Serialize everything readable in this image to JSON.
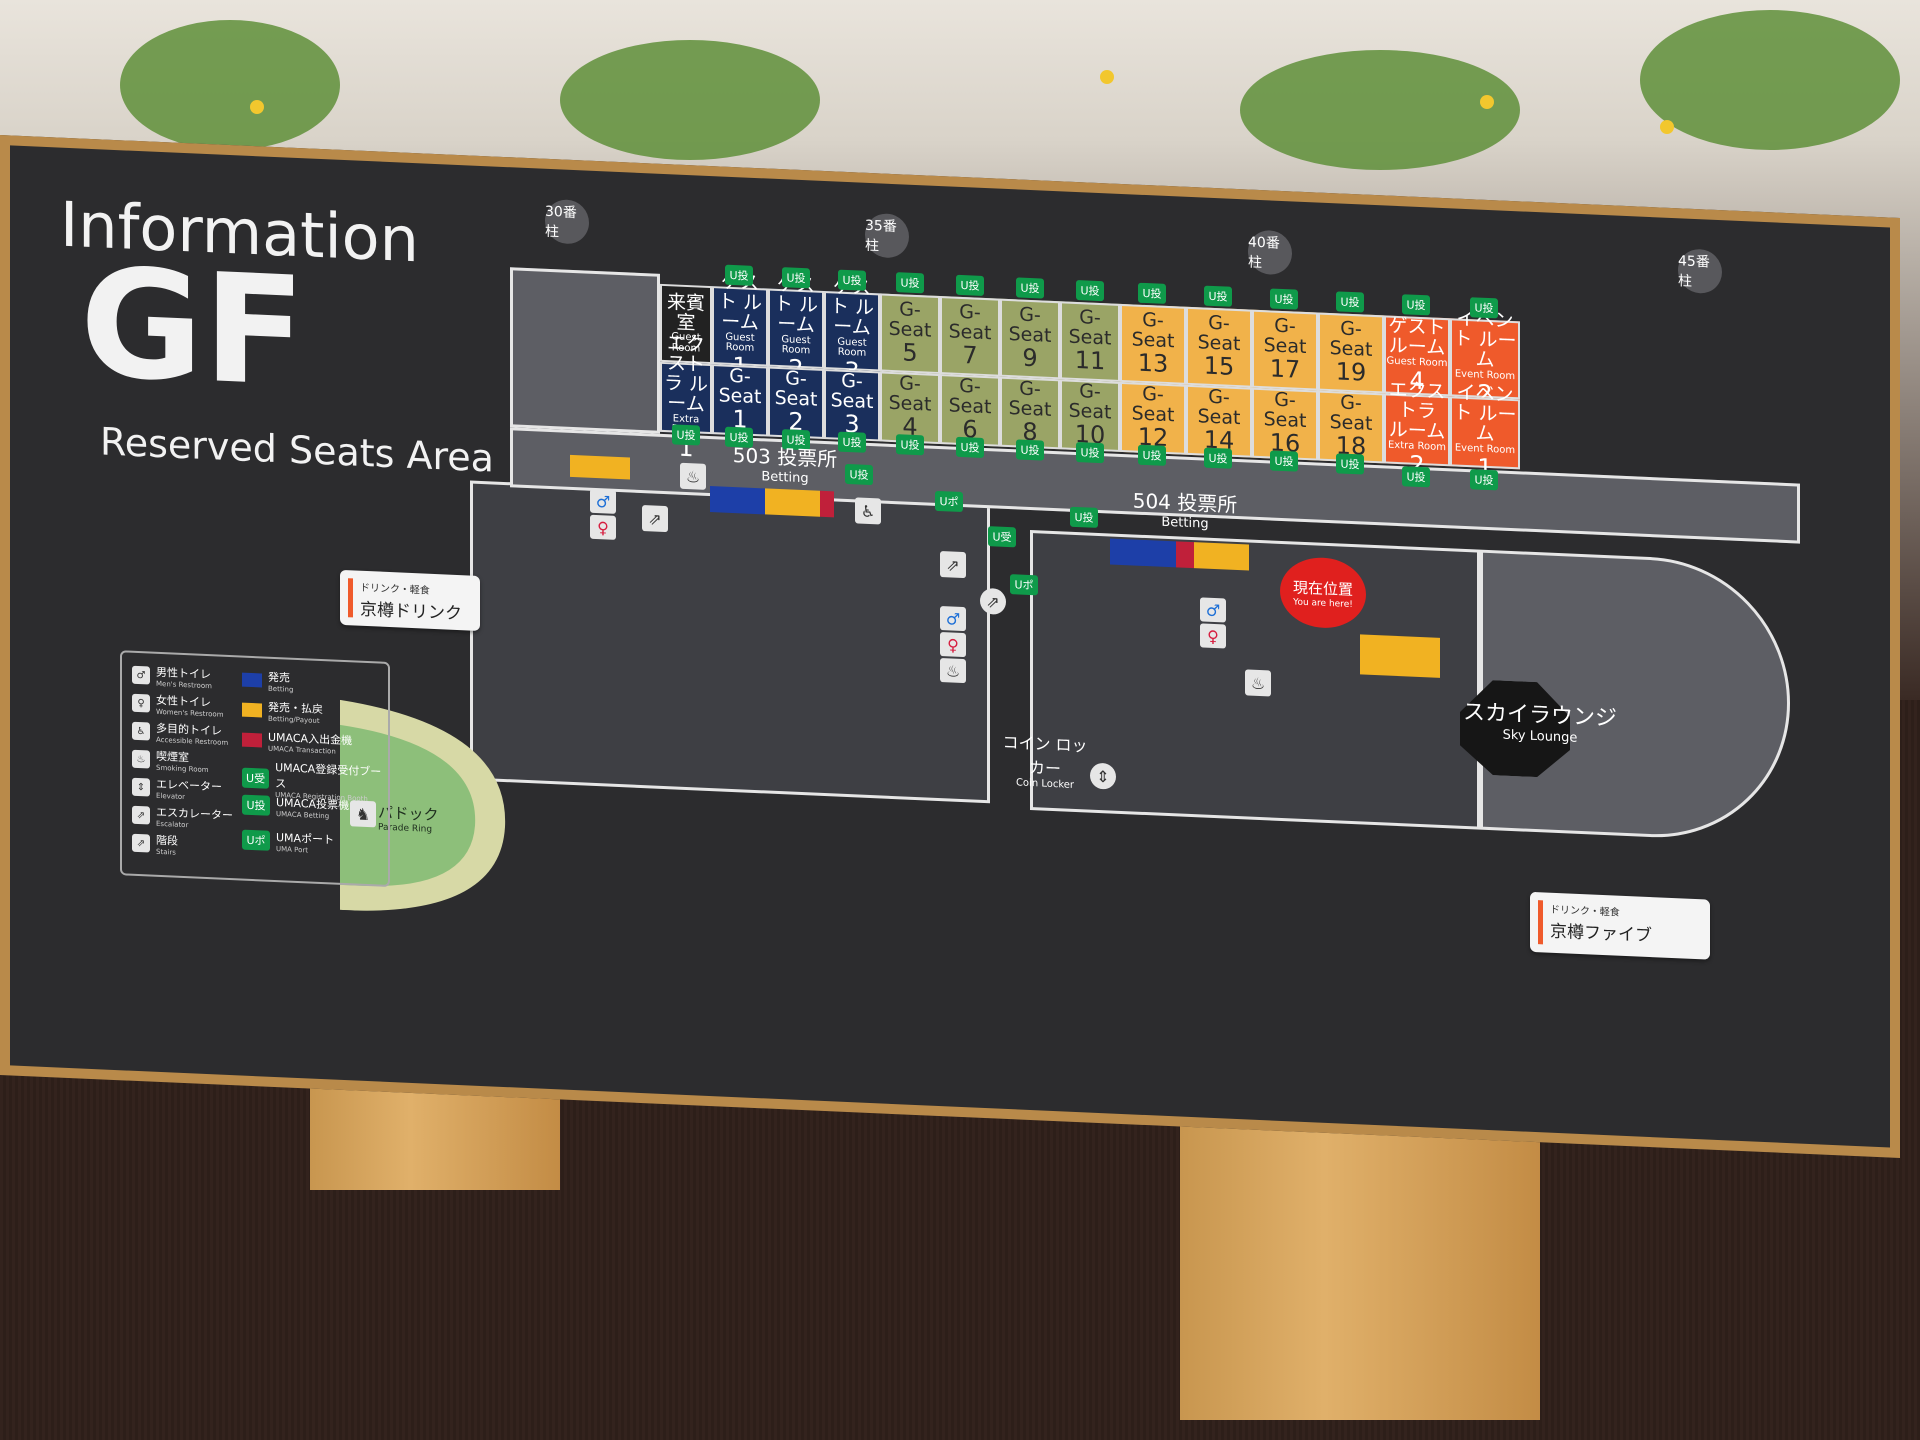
{
  "board": {
    "title": "Information",
    "floor": "GF",
    "subtitle": "Reserved Seats Area"
  },
  "pillars": [
    "30番柱",
    "35番柱",
    "40番柱",
    "45番柱"
  ],
  "rooms_top": [
    {
      "jp": "来賓室",
      "en": "Guest Room",
      "num": ""
    },
    {
      "jp": "ゲスト ルーム",
      "en": "Guest Room",
      "num": "1"
    },
    {
      "jp": "ゲスト ルーム",
      "en": "Guest Room",
      "num": "2"
    },
    {
      "jp": "ゲスト ルーム",
      "en": "Guest Room",
      "num": "3"
    },
    {
      "jp": "G-Seat",
      "en": "",
      "num": "5"
    },
    {
      "jp": "G-Seat",
      "en": "",
      "num": "7"
    },
    {
      "jp": "G-Seat",
      "en": "",
      "num": "9"
    },
    {
      "jp": "G-Seat",
      "en": "",
      "num": "11"
    },
    {
      "jp": "G-Seat",
      "en": "",
      "num": "13"
    },
    {
      "jp": "G-Seat",
      "en": "",
      "num": "15"
    },
    {
      "jp": "G-Seat",
      "en": "",
      "num": "17"
    },
    {
      "jp": "G-Seat",
      "en": "",
      "num": "19"
    },
    {
      "jp": "ゲスト ルーム",
      "en": "Guest Room",
      "num": "4"
    },
    {
      "jp": "イベント ルーム",
      "en": "Event Room",
      "num": "2"
    }
  ],
  "rooms_bottom": [
    {
      "jp": "エクストラ ルーム",
      "en": "Extra Room",
      "num": "1"
    },
    {
      "jp": "G-Seat",
      "en": "",
      "num": "1"
    },
    {
      "jp": "G-Seat",
      "en": "",
      "num": "2"
    },
    {
      "jp": "G-Seat",
      "en": "",
      "num": "3"
    },
    {
      "jp": "G-Seat",
      "en": "",
      "num": "4"
    },
    {
      "jp": "G-Seat",
      "en": "",
      "num": "6"
    },
    {
      "jp": "G-Seat",
      "en": "",
      "num": "8"
    },
    {
      "jp": "G-Seat",
      "en": "",
      "num": "10"
    },
    {
      "jp": "G-Seat",
      "en": "",
      "num": "12"
    },
    {
      "jp": "G-Seat",
      "en": "",
      "num": "14"
    },
    {
      "jp": "G-Seat",
      "en": "",
      "num": "16"
    },
    {
      "jp": "G-Seat",
      "en": "",
      "num": "18"
    },
    {
      "jp": "エクストラ ルーム",
      "en": "Extra Room",
      "num": "2"
    },
    {
      "jp": "イベント ルーム",
      "en": "Event Room",
      "num": "1"
    }
  ],
  "u_labels": {
    "u_bet": "U投",
    "u_port": "Uポ",
    "u_reg": "U受"
  },
  "betting": [
    {
      "jp": "503 投票所",
      "en": "Betting"
    },
    {
      "jp": "504 投票所",
      "en": "Betting"
    }
  ],
  "you_are_here": {
    "jp": "現在位置",
    "en": "You are here!"
  },
  "sky_lounge": {
    "jp": "スカイラウンジ",
    "en": "Sky Lounge"
  },
  "coin_locker": {
    "jp": "コイン ロッカー",
    "en": "Coin Locker"
  },
  "paddock": {
    "jp": "パドック",
    "en": "Parade Ring"
  },
  "tags": [
    {
      "small": "ドリンク・軽食",
      "main": "京樽ドリンク"
    },
    {
      "small": "ドリンク・軽食",
      "main": "京樽ファイブ"
    }
  ],
  "legend": [
    {
      "jp": "男性トイレ",
      "en": "Men's Restroom",
      "icon": "male-restroom-icon"
    },
    {
      "jp": "女性トイレ",
      "en": "Women's Restroom",
      "icon": "female-restroom-icon"
    },
    {
      "jp": "多目的トイレ",
      "en": "Accessible Restroom",
      "icon": "wheelchair-icon"
    },
    {
      "jp": "喫煙室",
      "en": "Smoking Room",
      "icon": "smoking-icon"
    },
    {
      "jp": "エレベーター",
      "en": "Elevator",
      "icon": "elevator-icon"
    },
    {
      "jp": "エスカレーター",
      "en": "Escalator",
      "icon": "escalator-icon"
    },
    {
      "jp": "階段",
      "en": "Stairs",
      "icon": "stairs-icon"
    },
    {
      "jp": "発売",
      "en": "Betting",
      "color": "#1d3fa8"
    },
    {
      "jp": "発売・払戻",
      "en": "Betting/Payout",
      "color": "#f1b222"
    },
    {
      "jp": "UMACA入出金機",
      "en": "UMACA Transaction",
      "color": "#c0203a"
    },
    {
      "jp": "UMACA登録受付ブース",
      "en": "UMACA Registration Booth",
      "badge": "U受"
    },
    {
      "jp": "UMACA投票機",
      "en": "UMACA Betting",
      "badge": "U投"
    },
    {
      "jp": "UMAポート",
      "en": "UMA Port",
      "badge": "Uポ"
    }
  ],
  "colors": {
    "guest_room": "#1a2f5c",
    "g_seat_green": "#9aa466",
    "g_seat_amber": "#f1b24a",
    "event_room": "#ef5a2b",
    "u_badge": "#0f9a4a",
    "here_pin": "#e0201e"
  }
}
